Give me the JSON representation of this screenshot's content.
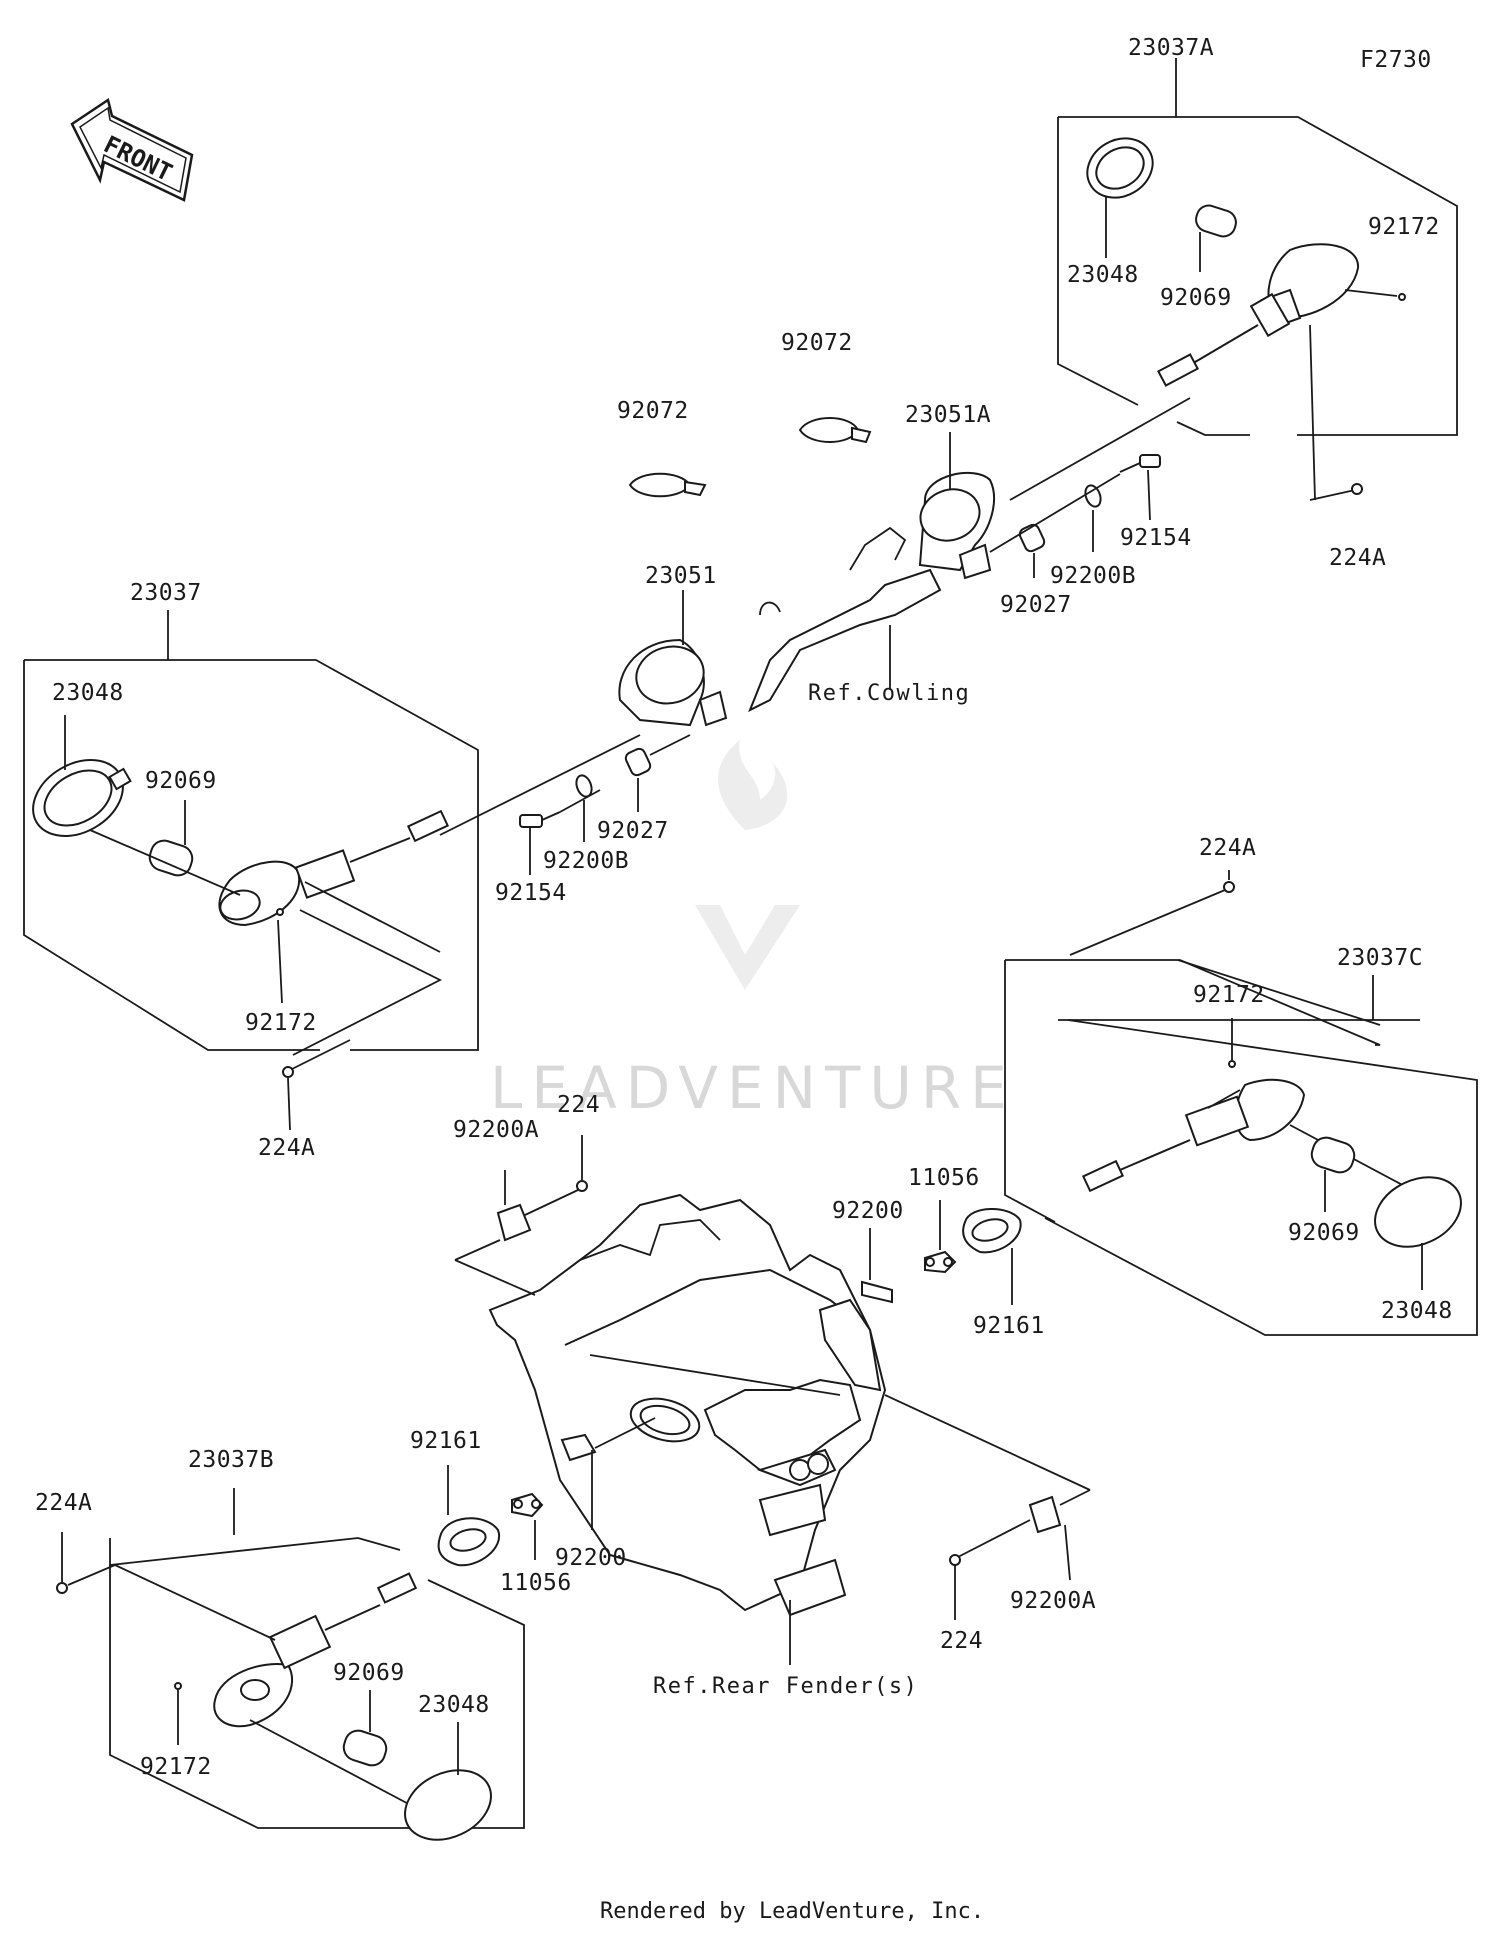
{
  "figure_code": "F2730",
  "front_label": "FRONT",
  "watermark": "LEADVENTURE",
  "footer": "Rendered by LeadVenture, Inc.",
  "groups": {
    "top_right": "23037A",
    "left": "23037",
    "right": "23037C",
    "bottom_left": "23037B"
  },
  "references": {
    "cowling": "Ref.Cowling",
    "rear_fender": "Ref.Rear Fender(s)"
  },
  "parts": {
    "p23048_tr": "23048",
    "p92069_tr": "92069",
    "p92172_tr": "92172",
    "p224a_tr": "224A",
    "p92072_a": "92072",
    "p92072_b": "92072",
    "p23051a": "23051A",
    "p92154_r": "92154",
    "p92200b_r": "92200B",
    "p92027_r": "92027",
    "p23051": "23051",
    "p23048_l": "23048",
    "p92069_l": "92069",
    "p92172_l": "92172",
    "p224a_l": "224A",
    "p92027_l": "92027",
    "p92200b_l": "92200B",
    "p92154_l": "92154",
    "p224a_r": "224A",
    "p92172_r": "92172",
    "p92069_r": "92069",
    "p23048_r": "23048",
    "p92161_r": "92161",
    "p11056_r": "11056",
    "p92200_r": "92200",
    "p92200a_t": "92200A",
    "p224_t": "224",
    "p92161_bl": "92161",
    "p11056_bl": "11056",
    "p92200_c": "92200",
    "p224a_bl": "224A",
    "p92172_bl": "92172",
    "p92069_bl": "92069",
    "p23048_bl": "23048",
    "p224_b": "224",
    "p92200a_b": "92200A"
  }
}
